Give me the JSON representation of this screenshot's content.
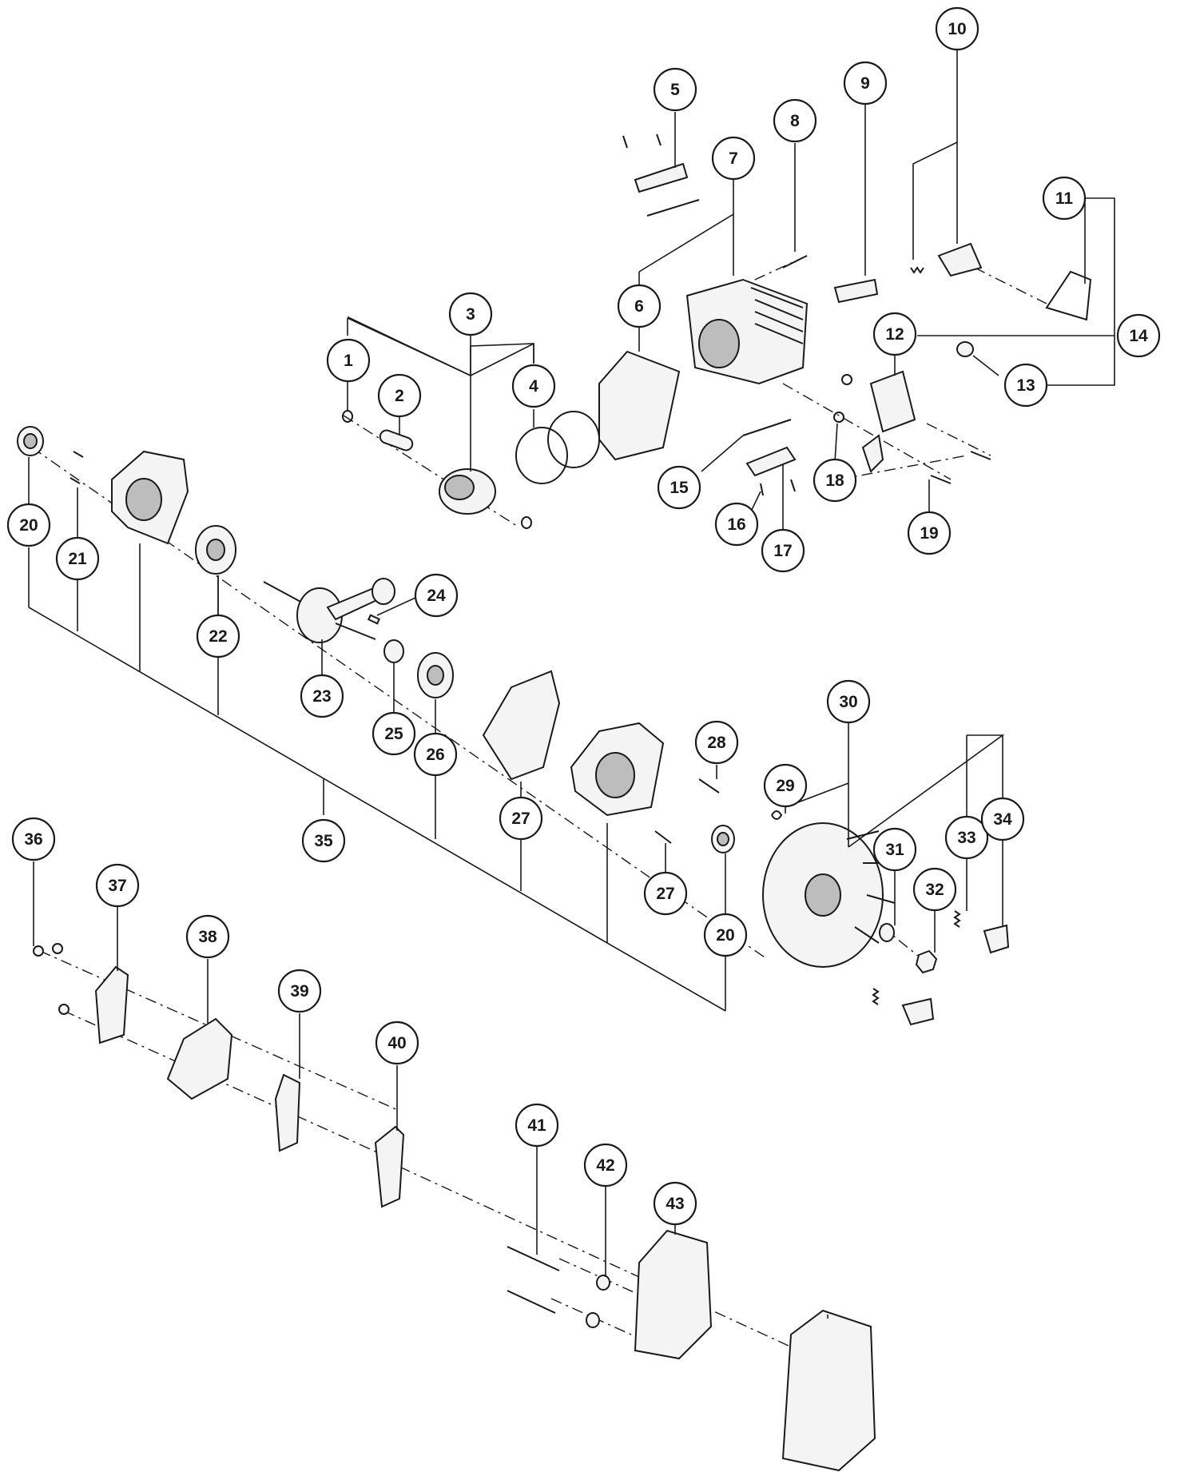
{
  "callouts": [
    "1",
    "2",
    "3",
    "4",
    "5",
    "6",
    "7",
    "8",
    "9",
    "10",
    "11",
    "12",
    "13",
    "14",
    "15",
    "16",
    "17",
    "18",
    "19",
    "20",
    "21",
    "22",
    "23",
    "24",
    "25",
    "26",
    "27",
    "28",
    "29",
    "30",
    "31",
    "32",
    "33",
    "34",
    "35",
    "36",
    "37",
    "38",
    "39",
    "40",
    "41",
    "42",
    "43"
  ],
  "colors": {
    "ink": "#1a1a1a",
    "background": "#ffffff",
    "part_fill": "#f4f4f4",
    "part_shade": "#bdbdbd"
  }
}
